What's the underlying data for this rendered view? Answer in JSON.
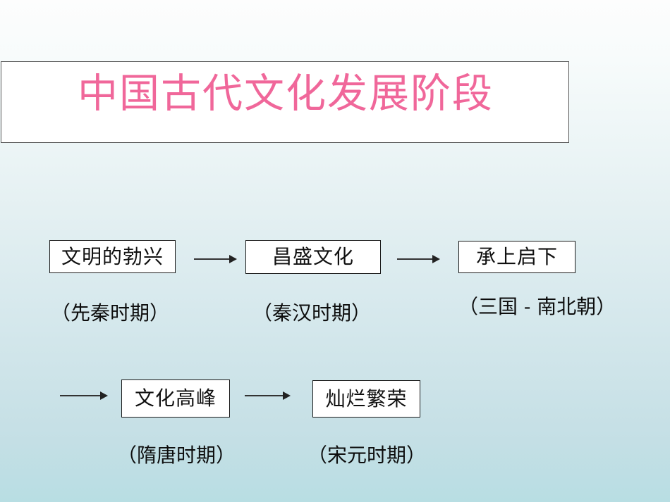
{
  "slide": {
    "title": "中国古代文化发展阶段",
    "title_color": "#f0679a",
    "background_top_color": "#fdfdfd",
    "background_bottom_color": "#b8dee3"
  },
  "flow": {
    "row1": {
      "stages": [
        {
          "name": "文明的勃兴",
          "period": "（先秦时期）"
        },
        {
          "name": "昌盛文化",
          "period": "（秦汉时期）"
        },
        {
          "name": "承上启下",
          "period": "（三国 - 南北朝）"
        }
      ],
      "arrows": [
        "arrow-right",
        "arrow-right"
      ]
    },
    "row2": {
      "lead_arrow": "arrow-right",
      "stages": [
        {
          "name": "文化高峰",
          "period": "（隋唐时期）"
        },
        {
          "name": "灿烂繁荣",
          "period": "（宋元时期）"
        }
      ],
      "arrows": [
        "arrow-right"
      ]
    }
  }
}
